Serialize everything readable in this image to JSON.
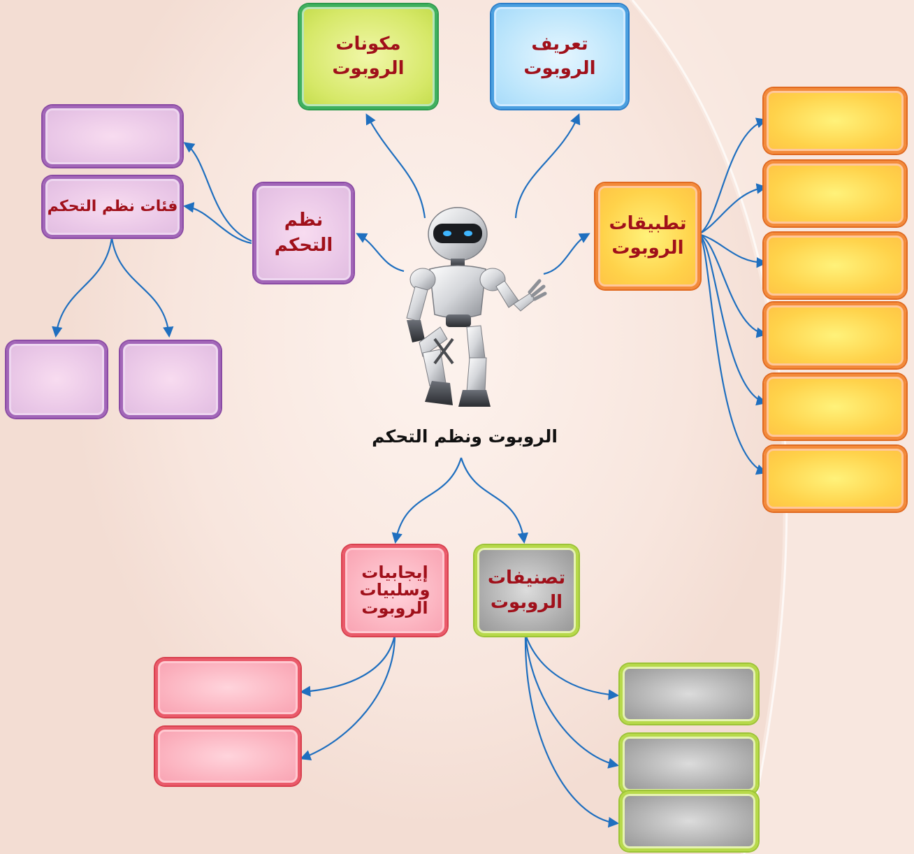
{
  "center": {
    "label": "الروبوت ونظم التحكم",
    "image": "robot-figure"
  },
  "nodes": {
    "components": {
      "label": "مكونات الروبوت",
      "color": "#3fb05e"
    },
    "definition": {
      "label": "تعريف الروبوت",
      "color": "#4a9fe0"
    },
    "control_systems": {
      "label": "نظم التحكم",
      "color": "#a266b8"
    },
    "control_categories": {
      "label": "فئات نظم التحكم",
      "color": "#a266b8"
    },
    "applications": {
      "label": "تطبيقات الروبوت",
      "color": "#f38a3a"
    },
    "classifications": {
      "label": "تصنيفات الروبوت",
      "color": "#b7d94a"
    },
    "pros_cons": {
      "label": "إيجابيات وسلبيات الروبوت",
      "color": "#ea5a6a"
    }
  },
  "empty_boxes": {
    "control_top": "",
    "control_categories_children": [
      "",
      ""
    ],
    "applications_children": [
      "",
      "",
      "",
      "",
      "",
      ""
    ],
    "pros_cons_children": [
      "",
      ""
    ],
    "classifications_children": [
      "",
      "",
      ""
    ]
  },
  "colors": {
    "arrow": "#1f6fbf",
    "text": "#a0101a",
    "background": "#f7e7df"
  }
}
